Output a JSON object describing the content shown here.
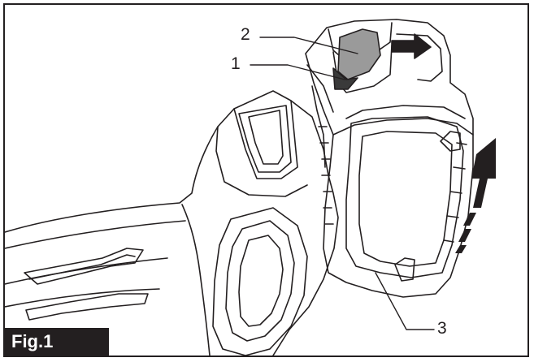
{
  "figure": {
    "label": "Fig.1",
    "callouts": [
      {
        "id": "callout-2",
        "text": "2"
      },
      {
        "id": "callout-1",
        "text": "1"
      },
      {
        "id": "callout-3",
        "text": "3"
      }
    ]
  },
  "colors": {
    "line": "#231f20",
    "background": "#ffffff",
    "shade": "#9a9a9a"
  }
}
